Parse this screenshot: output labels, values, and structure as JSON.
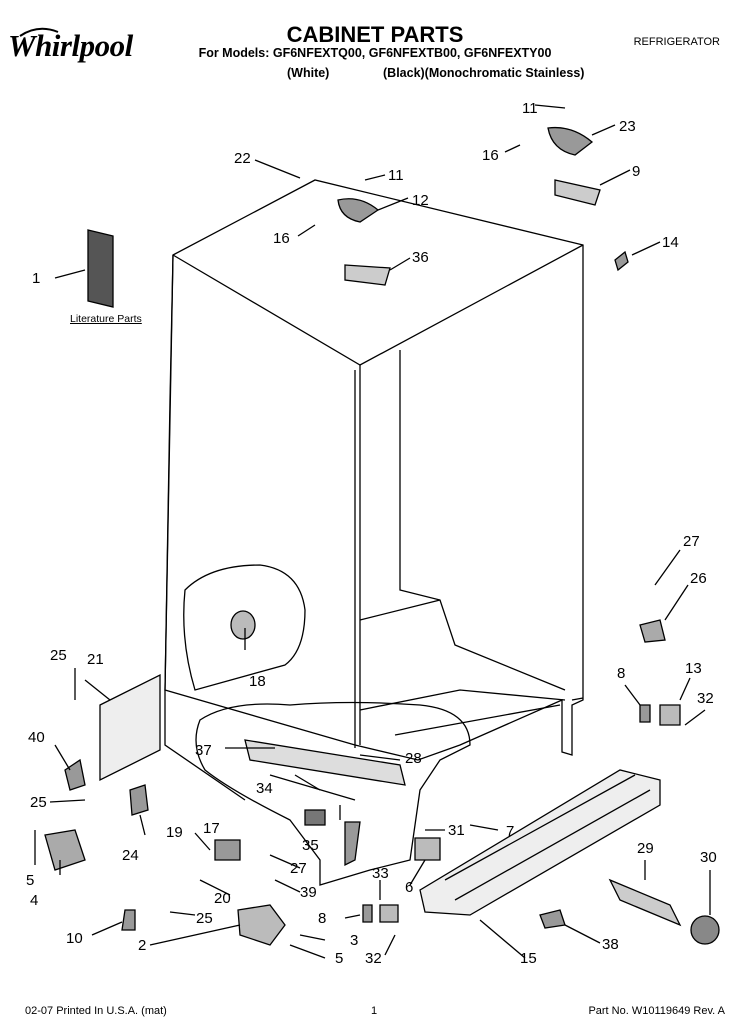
{
  "header": {
    "brand": "Whirlpool",
    "title": "CABINET PARTS",
    "models_line": "For Models: GF6NFEXTQ00, GF6NFEXTB00, GF6NFEXTY00",
    "variant_white": "(White)",
    "variant_black_stainless": "(Black)(Monochromatic Stainless)",
    "appliance": "REFRIGERATOR"
  },
  "diagram": {
    "literature_label": "Literature Parts",
    "callouts": [
      "1",
      "2",
      "3",
      "4",
      "5",
      "5",
      "6",
      "7",
      "8",
      "8",
      "9",
      "10",
      "11",
      "11",
      "12",
      "13",
      "14",
      "15",
      "16",
      "16",
      "17",
      "18",
      "19",
      "20",
      "21",
      "22",
      "23",
      "24",
      "25",
      "25",
      "25",
      "26",
      "27",
      "27",
      "28",
      "29",
      "30",
      "31",
      "32",
      "32",
      "33",
      "34",
      "35",
      "36",
      "37",
      "38",
      "39",
      "40"
    ]
  },
  "footer": {
    "print_info": "02-07 Printed In U.S.A. (mat)",
    "page_number": "1",
    "part_number": "Part No. W10119649 Rev. A"
  }
}
